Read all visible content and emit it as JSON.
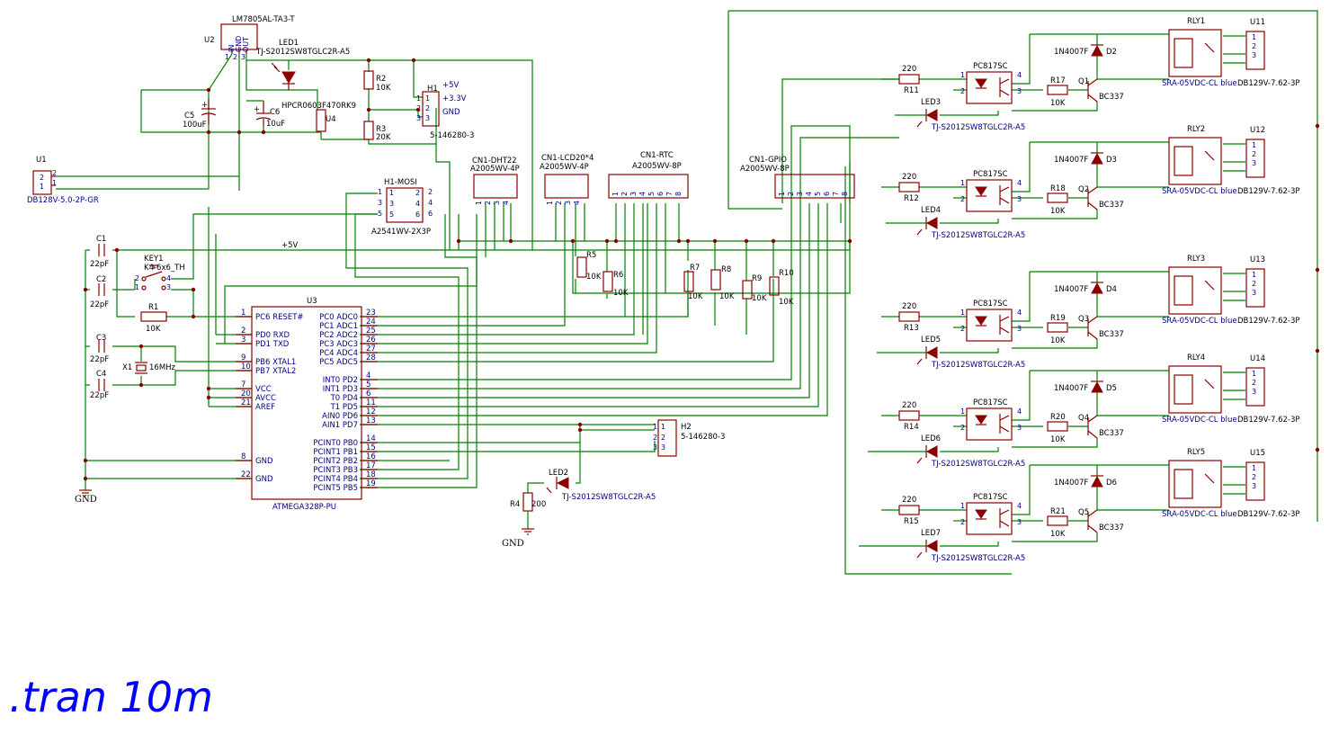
{
  "regulator": {
    "ref": "U2",
    "value": "LM7805AL-TA3-T",
    "pins": [
      "IN",
      "GND",
      "OUT"
    ]
  },
  "power_jack": {
    "ref": "U1",
    "value": "DB128V-5.0-2P-GR"
  },
  "led1": {
    "ref": "LED1",
    "value": "TJ-S2012SW8TGLC2R-A5"
  },
  "u4": {
    "ref": "U4",
    "value": "HPCR0603F470RK9"
  },
  "c5": {
    "ref": "C5",
    "value": "100uF"
  },
  "c6": {
    "ref": "C6",
    "value": "10uF"
  },
  "r2": {
    "ref": "R2",
    "value": "10K"
  },
  "r3": {
    "ref": "R3",
    "value": "20K"
  },
  "h1": {
    "ref": "H1",
    "value": "5-146280-3",
    "nets": [
      "+5V",
      "+3.3V",
      "GND"
    ]
  },
  "h1mosi": {
    "ref": "H1-MOSI",
    "value": "A2541WV-2X3P"
  },
  "dht": {
    "ref": "CN1-DHT22",
    "value": "A2005WV-4P"
  },
  "lcd": {
    "ref": "CN1-LCD20*4",
    "value": "A2005WV-4P"
  },
  "rtc": {
    "ref": "CN1-RTC",
    "value": "A2005WV-8P"
  },
  "gpio": {
    "ref": "CN1-GPIO",
    "value": "A2005WV-8P"
  },
  "net5v": "+5V",
  "c1": {
    "ref": "C1",
    "value": "22pF"
  },
  "c2": {
    "ref": "C2",
    "value": "22pF"
  },
  "c3": {
    "ref": "C3",
    "value": "22pF"
  },
  "c4": {
    "ref": "C4",
    "value": "22pF"
  },
  "key1": {
    "ref": "KEY1",
    "value": "K4-6x6_TH"
  },
  "r1": {
    "ref": "R1",
    "value": "10K"
  },
  "x1": {
    "ref": "X1",
    "value": "16MHz"
  },
  "r5": {
    "ref": "R5",
    "value": "10K"
  },
  "r6": {
    "ref": "R6",
    "value": "10K"
  },
  "r7": {
    "ref": "R7",
    "value": "10K"
  },
  "r8": {
    "ref": "R8",
    "value": "10K"
  },
  "r9": {
    "ref": "R9",
    "value": "10K"
  },
  "r10": {
    "ref": "R10",
    "value": "10K"
  },
  "u3": {
    "ref": "U3",
    "value": "ATMEGA328P-PU",
    "left_pins": [
      {
        "num": "1",
        "name": "PC6 RESET#"
      },
      {
        "num": "2",
        "name": "PD0 RXD"
      },
      {
        "num": "3",
        "name": "PD1 TXD"
      },
      {
        "num": "9",
        "name": "PB6 XTAL1"
      },
      {
        "num": "10",
        "name": "PB7 XTAL2"
      },
      {
        "num": "7",
        "name": "VCC"
      },
      {
        "num": "20",
        "name": "AVCC"
      },
      {
        "num": "21",
        "name": "AREF"
      },
      {
        "num": "8",
        "name": "GND"
      },
      {
        "num": "22",
        "name": "GND"
      }
    ],
    "right_pins": [
      {
        "num": "23",
        "name": "PC0 ADC0"
      },
      {
        "num": "24",
        "name": "PC1 ADC1"
      },
      {
        "num": "25",
        "name": "PC2 ADC2"
      },
      {
        "num": "26",
        "name": "PC3 ADC3"
      },
      {
        "num": "27",
        "name": "PC4 ADC4"
      },
      {
        "num": "28",
        "name": "PC5 ADC5"
      },
      {
        "num": "4",
        "name": "INT0 PD2"
      },
      {
        "num": "5",
        "name": "INT1 PD3"
      },
      {
        "num": "6",
        "name": "T0 PD4"
      },
      {
        "num": "11",
        "name": "T1 PD5"
      },
      {
        "num": "12",
        "name": "AIN0 PD6"
      },
      {
        "num": "13",
        "name": "AIN1 PD7"
      },
      {
        "num": "14",
        "name": "PCINT0 PB0"
      },
      {
        "num": "15",
        "name": "PCINT1 PB1"
      },
      {
        "num": "16",
        "name": "PCINT2 PB2"
      },
      {
        "num": "17",
        "name": "PCINT3 PB3"
      },
      {
        "num": "18",
        "name": "PCINT4 PB4"
      },
      {
        "num": "19",
        "name": "PCINT5 PB5"
      }
    ]
  },
  "h2": {
    "ref": "H2",
    "value": "5-146280-3"
  },
  "led2": {
    "ref": "LED2",
    "value": "TJ-S2012SW8TGLC2R-A5"
  },
  "r4": {
    "ref": "R4",
    "value": "200"
  },
  "gnd": "GND",
  "channels": [
    {
      "rin": "R11",
      "rin_val": "220",
      "opto": "PC817SC",
      "led": "LED3",
      "led_val": "TJ-S2012SW8TGLC2R-A5",
      "rb": "R17",
      "rb_val": "10K",
      "q": "Q1",
      "q_val": "BC337",
      "d": "D2",
      "d_val": "1N4007F",
      "rly": "RLY1",
      "rly_val": "SRA-05VDC-CL blue",
      "u": "U11",
      "u_val": "DB129V-7.62-3P"
    },
    {
      "rin": "R12",
      "rin_val": "220",
      "opto": "PC817SC",
      "led": "LED4",
      "led_val": "TJ-S2012SW8TGLC2R-A5",
      "rb": "R18",
      "rb_val": "10K",
      "q": "Q2",
      "q_val": "BC337",
      "d": "D3",
      "d_val": "1N4007F",
      "rly": "RLY2",
      "rly_val": "SRA-05VDC-CL blue",
      "u": "U12",
      "u_val": "DB129V-7.62-3P"
    },
    {
      "rin": "R13",
      "rin_val": "220",
      "opto": "PC817SC",
      "led": "LED5",
      "led_val": "TJ-S2012SW8TGLC2R-A5",
      "rb": "R19",
      "rb_val": "10K",
      "q": "Q3",
      "q_val": "BC337",
      "d": "D4",
      "d_val": "1N4007F",
      "rly": "RLY3",
      "rly_val": "SRA-05VDC-CL blue",
      "u": "U13",
      "u_val": "DB129V-7.62-3P"
    },
    {
      "rin": "R14",
      "rin_val": "220",
      "opto": "PC817SC",
      "led": "LED6",
      "led_val": "TJ-S2012SW8TGLC2R-A5",
      "rb": "R20",
      "rb_val": "10K",
      "q": "Q4",
      "q_val": "BC337",
      "d": "D5",
      "d_val": "1N4007F",
      "rly": "RLY4",
      "rly_val": "SRA-05VDC-CL blue",
      "u": "U14",
      "u_val": "DB129V-7.62-3P"
    },
    {
      "rin": "R15",
      "rin_val": "220",
      "opto": "PC817SC",
      "led": "LED7",
      "led_val": "TJ-S2012SW8TGLC2R-A5",
      "rb": "R21",
      "rb_val": "10K",
      "q": "Q5",
      "q_val": "BC337",
      "d": "D6",
      "d_val": "1N4007F",
      "rly": "RLY5",
      "rly_val": "SRA-05VDC-CL blue",
      "u": "U15",
      "u_val": "DB129V-7.62-3P"
    }
  ],
  "spice_directive": ".tran 10m"
}
